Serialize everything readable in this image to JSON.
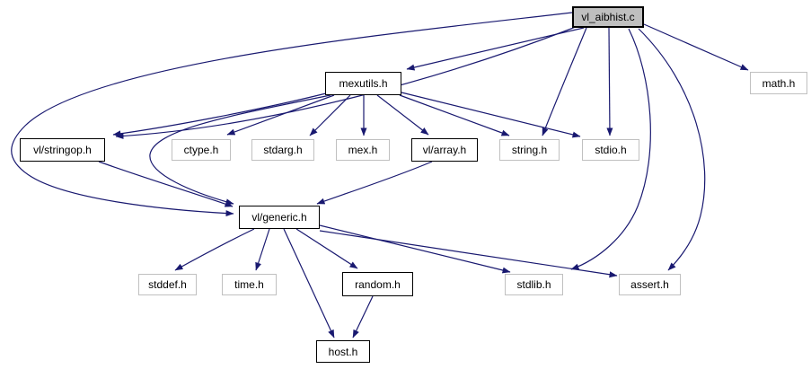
{
  "diagram": {
    "type": "include-dependency-graph",
    "root": "vl_aibhist.c",
    "colors": {
      "background": "#ffffff",
      "edge": "#191970",
      "current_node_fill": "#bfbfbf",
      "current_node_border": "#000000",
      "linked_node_border": "#000000",
      "plain_node_border": "#c0c0c0",
      "text": "#000000"
    },
    "nodes": [
      {
        "id": "vl_aibhist.c",
        "label": "vl_aibhist.c",
        "style": "current"
      },
      {
        "id": "mexutils.h",
        "label": "mexutils.h",
        "style": "linked"
      },
      {
        "id": "math.h",
        "label": "math.h",
        "style": "plain"
      },
      {
        "id": "vl/stringop.h",
        "label": "vl/stringop.h",
        "style": "linked"
      },
      {
        "id": "ctype.h",
        "label": "ctype.h",
        "style": "plain"
      },
      {
        "id": "stdarg.h",
        "label": "stdarg.h",
        "style": "plain"
      },
      {
        "id": "mex.h",
        "label": "mex.h",
        "style": "plain"
      },
      {
        "id": "vl/array.h",
        "label": "vl/array.h",
        "style": "linked"
      },
      {
        "id": "string.h",
        "label": "string.h",
        "style": "plain"
      },
      {
        "id": "stdio.h",
        "label": "stdio.h",
        "style": "plain"
      },
      {
        "id": "vl/generic.h",
        "label": "vl/generic.h",
        "style": "linked"
      },
      {
        "id": "stddef.h",
        "label": "stddef.h",
        "style": "plain"
      },
      {
        "id": "time.h",
        "label": "time.h",
        "style": "plain"
      },
      {
        "id": "random.h",
        "label": "random.h",
        "style": "linked"
      },
      {
        "id": "stdlib.h",
        "label": "stdlib.h",
        "style": "plain"
      },
      {
        "id": "assert.h",
        "label": "assert.h",
        "style": "plain"
      },
      {
        "id": "host.h",
        "label": "host.h",
        "style": "linked"
      }
    ],
    "edges": [
      {
        "from": "vl_aibhist.c",
        "to": "mexutils.h"
      },
      {
        "from": "vl_aibhist.c",
        "to": "math.h"
      },
      {
        "from": "vl_aibhist.c",
        "to": "string.h"
      },
      {
        "from": "vl_aibhist.c",
        "to": "stdio.h"
      },
      {
        "from": "vl_aibhist.c",
        "to": "stdlib.h"
      },
      {
        "from": "vl_aibhist.c",
        "to": "assert.h"
      },
      {
        "from": "vl_aibhist.c",
        "to": "vl/generic.h"
      },
      {
        "from": "vl_aibhist.c",
        "to": "vl/stringop.h"
      },
      {
        "from": "mexutils.h",
        "to": "vl/stringop.h"
      },
      {
        "from": "mexutils.h",
        "to": "ctype.h"
      },
      {
        "from": "mexutils.h",
        "to": "stdarg.h"
      },
      {
        "from": "mexutils.h",
        "to": "mex.h"
      },
      {
        "from": "mexutils.h",
        "to": "vl/array.h"
      },
      {
        "from": "mexutils.h",
        "to": "string.h"
      },
      {
        "from": "mexutils.h",
        "to": "stdio.h"
      },
      {
        "from": "mexutils.h",
        "to": "vl/generic.h"
      },
      {
        "from": "vl/stringop.h",
        "to": "vl/generic.h"
      },
      {
        "from": "vl/array.h",
        "to": "vl/generic.h"
      },
      {
        "from": "vl/generic.h",
        "to": "stddef.h"
      },
      {
        "from": "vl/generic.h",
        "to": "time.h"
      },
      {
        "from": "vl/generic.h",
        "to": "random.h"
      },
      {
        "from": "vl/generic.h",
        "to": "host.h"
      },
      {
        "from": "vl/generic.h",
        "to": "stdlib.h"
      },
      {
        "from": "vl/generic.h",
        "to": "assert.h"
      },
      {
        "from": "random.h",
        "to": "host.h"
      }
    ]
  }
}
